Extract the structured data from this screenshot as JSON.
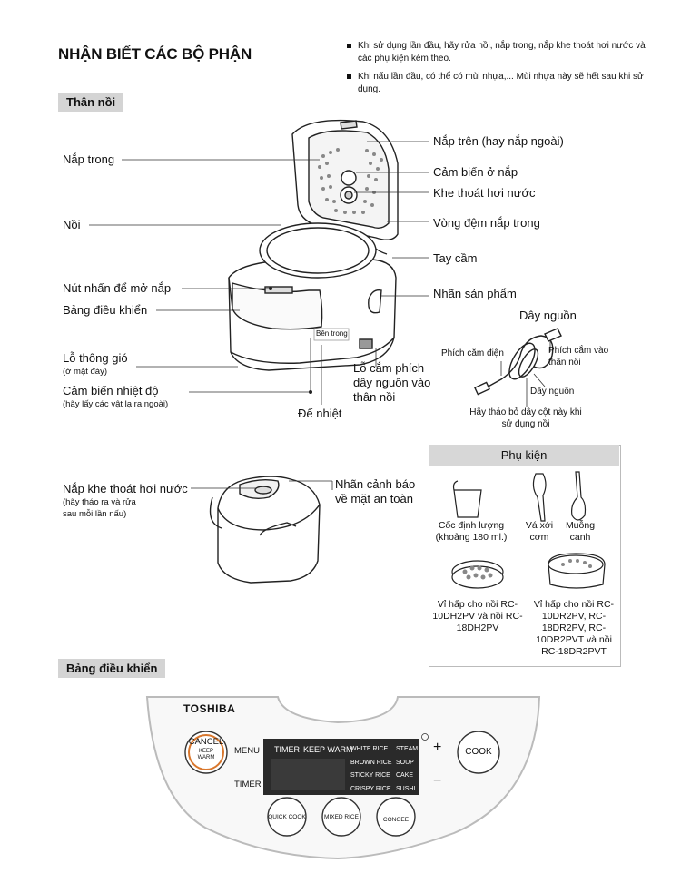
{
  "title": "NHẬN BIẾT CÁC BỘ PHẬN",
  "notes": [
    "Khi sử dụng lần đầu, hãy rửa nồi, nắp trong, nắp khe thoát hơi nước và các phụ kiện kèm theo.",
    "Khi nấu lần đầu, có thể có mùi nhựa,... Mùi nhựa này sẽ hết sau khi sử dụng."
  ],
  "section_body": "Thân nồi",
  "section_panel": "Bảng điều khiển",
  "labels_left": {
    "inner_lid": "Nắp trong",
    "pot": "Nồi",
    "lid_button": "Nút nhấn để mở nắp",
    "control_panel": "Bảng điều khiển",
    "vent": "Lỗ thông gió",
    "vent_note": "(ở mặt đáy)",
    "temp_sensor": "Cảm biến nhiệt độ",
    "temp_sensor_note": "(hãy lấy các vật lạ ra ngoài)"
  },
  "labels_right": {
    "top_lid": "Nắp trên (hay nắp ngoài)",
    "lid_sensor": "Cảm biến ở nắp",
    "steam_vent": "Khe thoát hơi nước",
    "gasket": "Vòng đệm nắp trong",
    "handle": "Tay cầm",
    "product_label": "Nhãn sản phẩm"
  },
  "inside_tag": "Bên trong",
  "heater": "Đế nhiệt",
  "power_socket": "Lỗ cắm phích dây nguồn vào thân nồi",
  "cord": {
    "title": "Dây nguồn",
    "plug": "Phích cắm điện",
    "body_plug": "Phích cắm vào thân nồi",
    "cord_label": "Dây nguồn",
    "note": "Hãy tháo bỏ dây cột này khi sử dụng nồi"
  },
  "vent_cap": {
    "label": "Nắp khe thoát hơi nước",
    "note1": "(hãy tháo ra và rửa",
    "note2": "sau mỗi lần nấu)"
  },
  "warning_label": "Nhãn cảnh báo về mặt an toàn",
  "accessories": {
    "title": "Phụ kiện",
    "cup": "Cốc định lượng (khoảng 180 ml.)",
    "spatula": "Vá xới cơm",
    "ladle": "Muỗng canh",
    "steam1": "Vỉ hấp cho nồi RC-10DH2PV và nồi RC-18DH2PV",
    "steam2": "Vỉ hấp cho nồi RC-10DR2PV, RC-18DR2PV, RC-10DR2PVT và nồi RC-18DR2PVT"
  },
  "panel": {
    "brand": "TOSHIBA",
    "cancel": "CANCEL",
    "keep_warm": "KEEP WARM",
    "menu": "MENU",
    "timer": "TIMER",
    "plus": "+",
    "minus": "−",
    "cook": "COOK",
    "disp_timer": "TIMER",
    "disp_keep_warm": "KEEP WARM",
    "menu_items": [
      "WHITE RICE",
      "BROWN RICE",
      "STICKY RICE",
      "CRISPY RICE",
      "STEAM",
      "SOUP",
      "CAKE",
      "SUSHI"
    ],
    "quick_cook": "QUICK COOK",
    "mixed_rice": "MIXED RICE",
    "congee": "CONGEE"
  }
}
